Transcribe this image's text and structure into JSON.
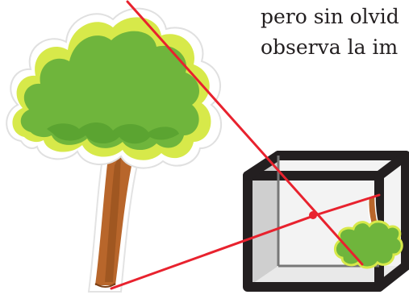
{
  "caption": {
    "line1": "pero sin olvid",
    "line2": "observa la im"
  },
  "colors": {
    "text": "#231f20",
    "foliage": "#6fb53c",
    "foliage_highlight": "#d7e94a",
    "trunk": "#b8662b",
    "ray": "#e8222e",
    "box_frame": "#231f20",
    "box_inside": "#e9e9e9"
  },
  "icons": {
    "tree": "tree-illustration",
    "box": "pinhole-camera-box",
    "projected_image": "inverted-tree-image"
  }
}
